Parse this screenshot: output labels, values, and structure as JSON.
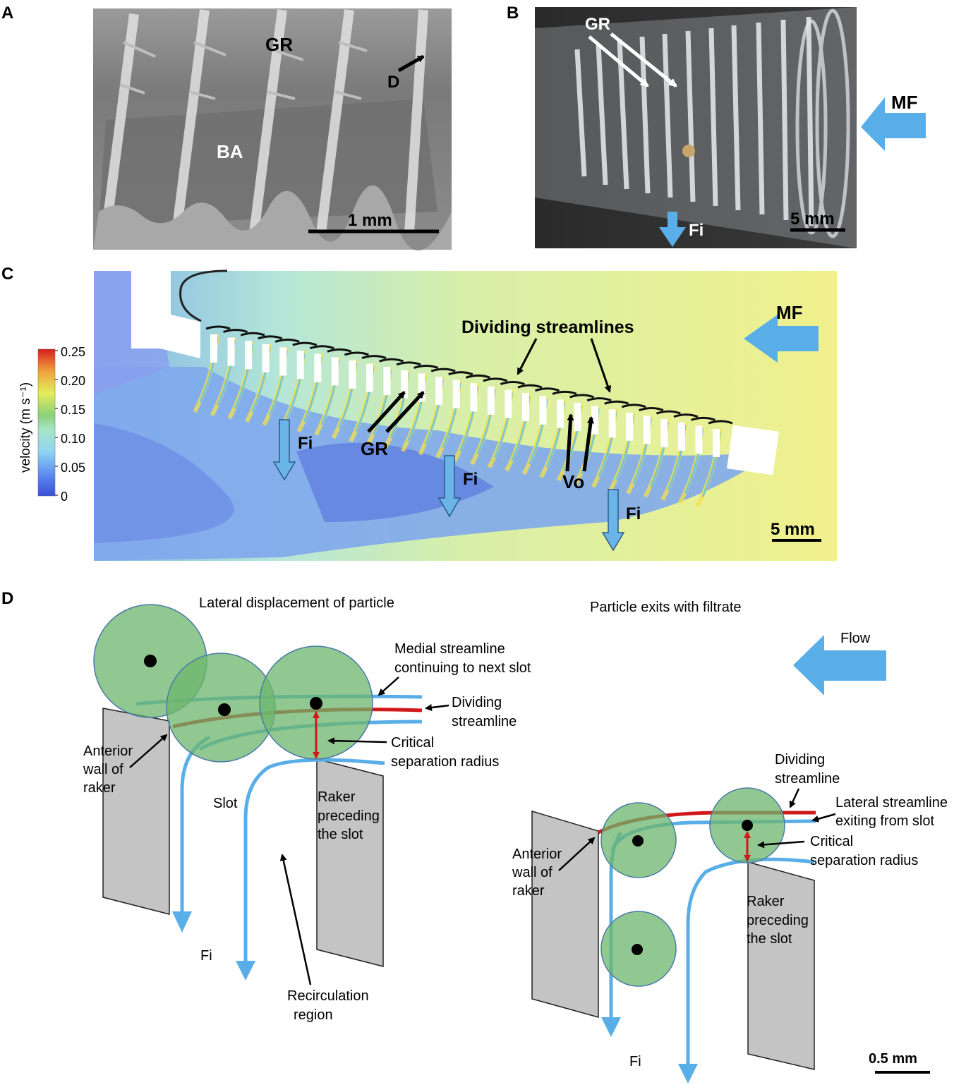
{
  "panels": {
    "a": {
      "letter": "A",
      "labels": {
        "gr": "GR",
        "ba": "BA",
        "d": "D"
      },
      "scalebar": "1 mm"
    },
    "b": {
      "letter": "B",
      "labels": {
        "gr": "GR",
        "mf": "MF",
        "fi": "Fi"
      },
      "scalebar": "5 mm"
    },
    "c": {
      "letter": "C",
      "colorbar": {
        "title": "velocity (m s⁻¹)",
        "ticks": [
          "0.25",
          "0.20",
          "0.15",
          "0.10",
          "0.05",
          "0"
        ]
      },
      "labels": {
        "dividing": "Dividing streamlines",
        "mf": "MF",
        "fi1": "Fi",
        "fi2": "Fi",
        "fi3": "Fi",
        "gr": "GR",
        "vo": "Vo"
      },
      "scalebar": "5 mm"
    },
    "d": {
      "letter": "D",
      "left": {
        "title": "Lateral displacement of particle",
        "medial1": "Medial streamline",
        "medial2": "continuing to next slot",
        "dividing1": "Dividing",
        "dividing2": "streamline",
        "critical1": "Critical",
        "critical2": "separation radius",
        "anterior1": "Anterior",
        "anterior2": "wall of",
        "anterior3": "raker",
        "slot": "Slot",
        "raker1": "Raker",
        "raker2": "preceding",
        "raker3": "the slot",
        "fi": "Fi",
        "recirc1": "Recirculation",
        "recirc2": "region"
      },
      "right": {
        "title": "Particle exits with filtrate",
        "flow": "Flow",
        "dividing1": "Dividing",
        "dividing2": "streamline",
        "lateral1": "Lateral streamline",
        "lateral2": "exiting from slot",
        "critical1": "Critical",
        "critical2": "separation radius",
        "anterior1": "Anterior",
        "anterior2": "wall of",
        "anterior3": "raker",
        "raker1": "Raker",
        "raker2": "preceding",
        "raker3": "the slot",
        "fi": "Fi"
      },
      "scalebar": "0.5 mm"
    }
  },
  "colors": {
    "streamline_blue": "#5aaee8",
    "dividing_red": "#d01818",
    "particle_green": "#6cb56c",
    "raker_gray": "#c4c4c4",
    "arrow_blue": "#5aaee8"
  }
}
